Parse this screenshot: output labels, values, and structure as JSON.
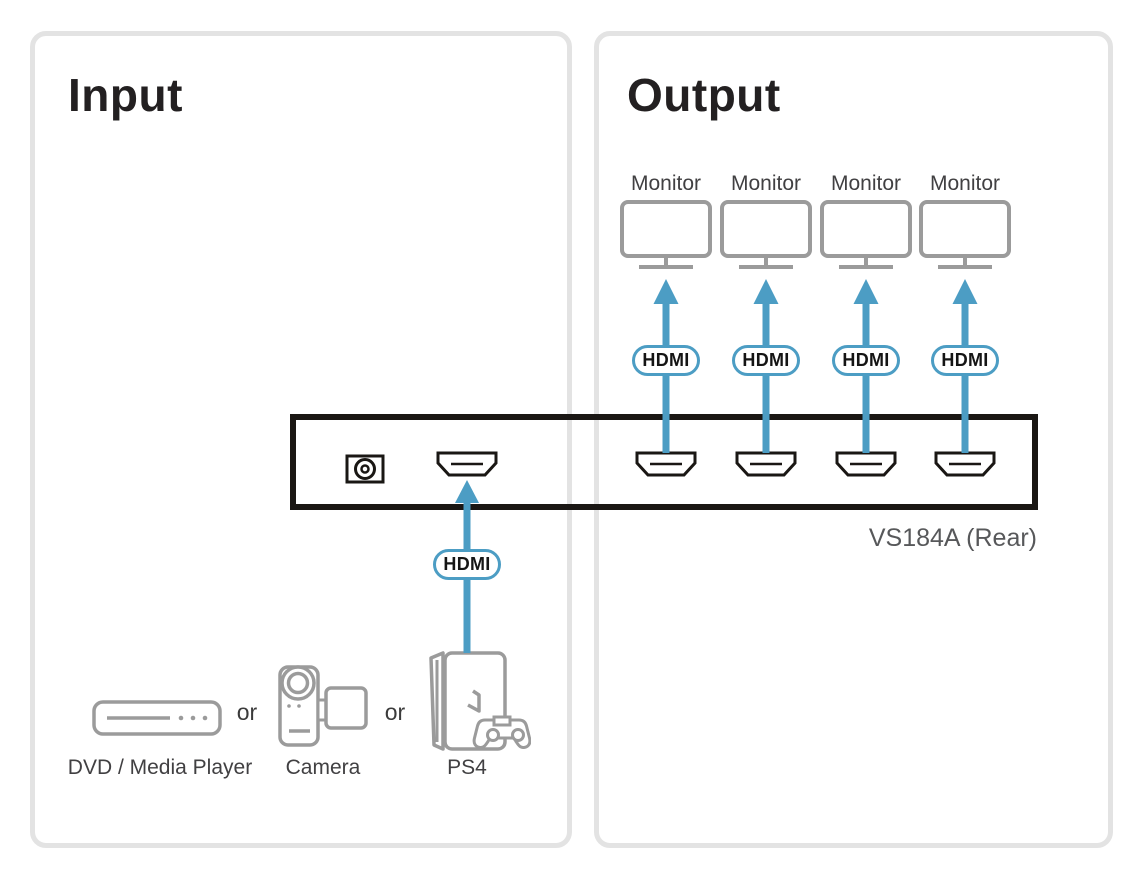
{
  "diagram": {
    "input_panel": {
      "title": "Input"
    },
    "output_panel": {
      "title": "Output"
    },
    "device": {
      "model_label": "VS184A (Rear)"
    },
    "outputs": [
      {
        "monitor_label": "Monitor",
        "connector_label": "HDMI"
      },
      {
        "monitor_label": "Monitor",
        "connector_label": "HDMI"
      },
      {
        "monitor_label": "Monitor",
        "connector_label": "HDMI"
      },
      {
        "monitor_label": "Monitor",
        "connector_label": "HDMI"
      }
    ],
    "input_connection": {
      "connector_label": "HDMI"
    },
    "sources": {
      "dvd_label": "DVD / Media Player",
      "or_label_1": "or",
      "camera_label": "Camera",
      "or_label_2": "or",
      "ps4_label": "PS4"
    },
    "colors": {
      "accent_blue": "#4C9DC4",
      "panel_border": "#E3E3E3",
      "icon_gray": "#9B9B9B",
      "device_outline": "#1A1714"
    }
  }
}
